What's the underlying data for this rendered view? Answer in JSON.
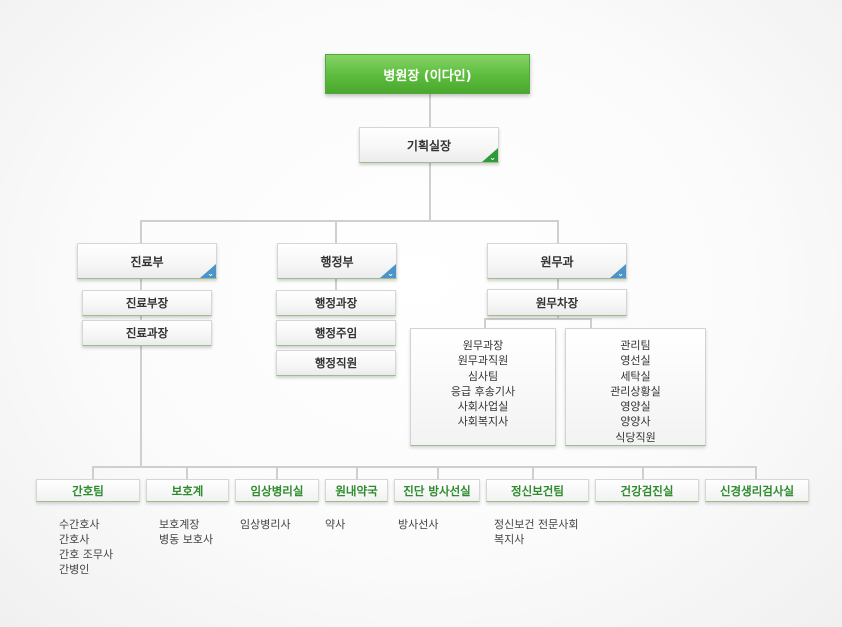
{
  "chairman": "병원장 (이다인)",
  "planning": "기획실장",
  "departments": {
    "medical": {
      "title": "진료부",
      "roles": [
        "진료부장",
        "진료과장"
      ]
    },
    "admin": {
      "title": "행정부",
      "roles": [
        "행정과장",
        "행정주임",
        "행정직원"
      ]
    },
    "affairs": {
      "title": "원무과",
      "deputy": "원무차장",
      "left_list": [
        "원무과장",
        "원무과직원",
        "심사팀",
        "응급 후송기사",
        "사회사업실",
        "사회복지사"
      ],
      "right_list": [
        "관리팀",
        "영선실",
        "세탁실",
        "관리상황실",
        "영양실",
        "양양사",
        "식당직원"
      ]
    }
  },
  "teams": [
    {
      "name": "간호팀",
      "members": [
        "수간호사",
        "간호사",
        "간호 조무사",
        "간병인"
      ]
    },
    {
      "name": "보호계",
      "members": [
        "보호계장",
        "병동 보호사"
      ]
    },
    {
      "name": "임상병리실",
      "members": [
        "임상병리사"
      ]
    },
    {
      "name": "원내약국",
      "members": [
        "약사"
      ]
    },
    {
      "name": "진단 방사선실",
      "members": [
        "방사선사"
      ]
    },
    {
      "name": "정신보건팀",
      "members": [
        "정신보건 전문사회",
        "복지사"
      ]
    },
    {
      "name": "건강검진실",
      "members": []
    },
    {
      "name": "신경생리검사실",
      "members": []
    }
  ],
  "colors": {
    "top_green": "#5fbe3f",
    "corner_blue": "#4a94c9",
    "corner_green": "#2f9a3a",
    "team_text": "#2e8b2e"
  },
  "icons": {
    "corner": "chevron-down-icon"
  }
}
